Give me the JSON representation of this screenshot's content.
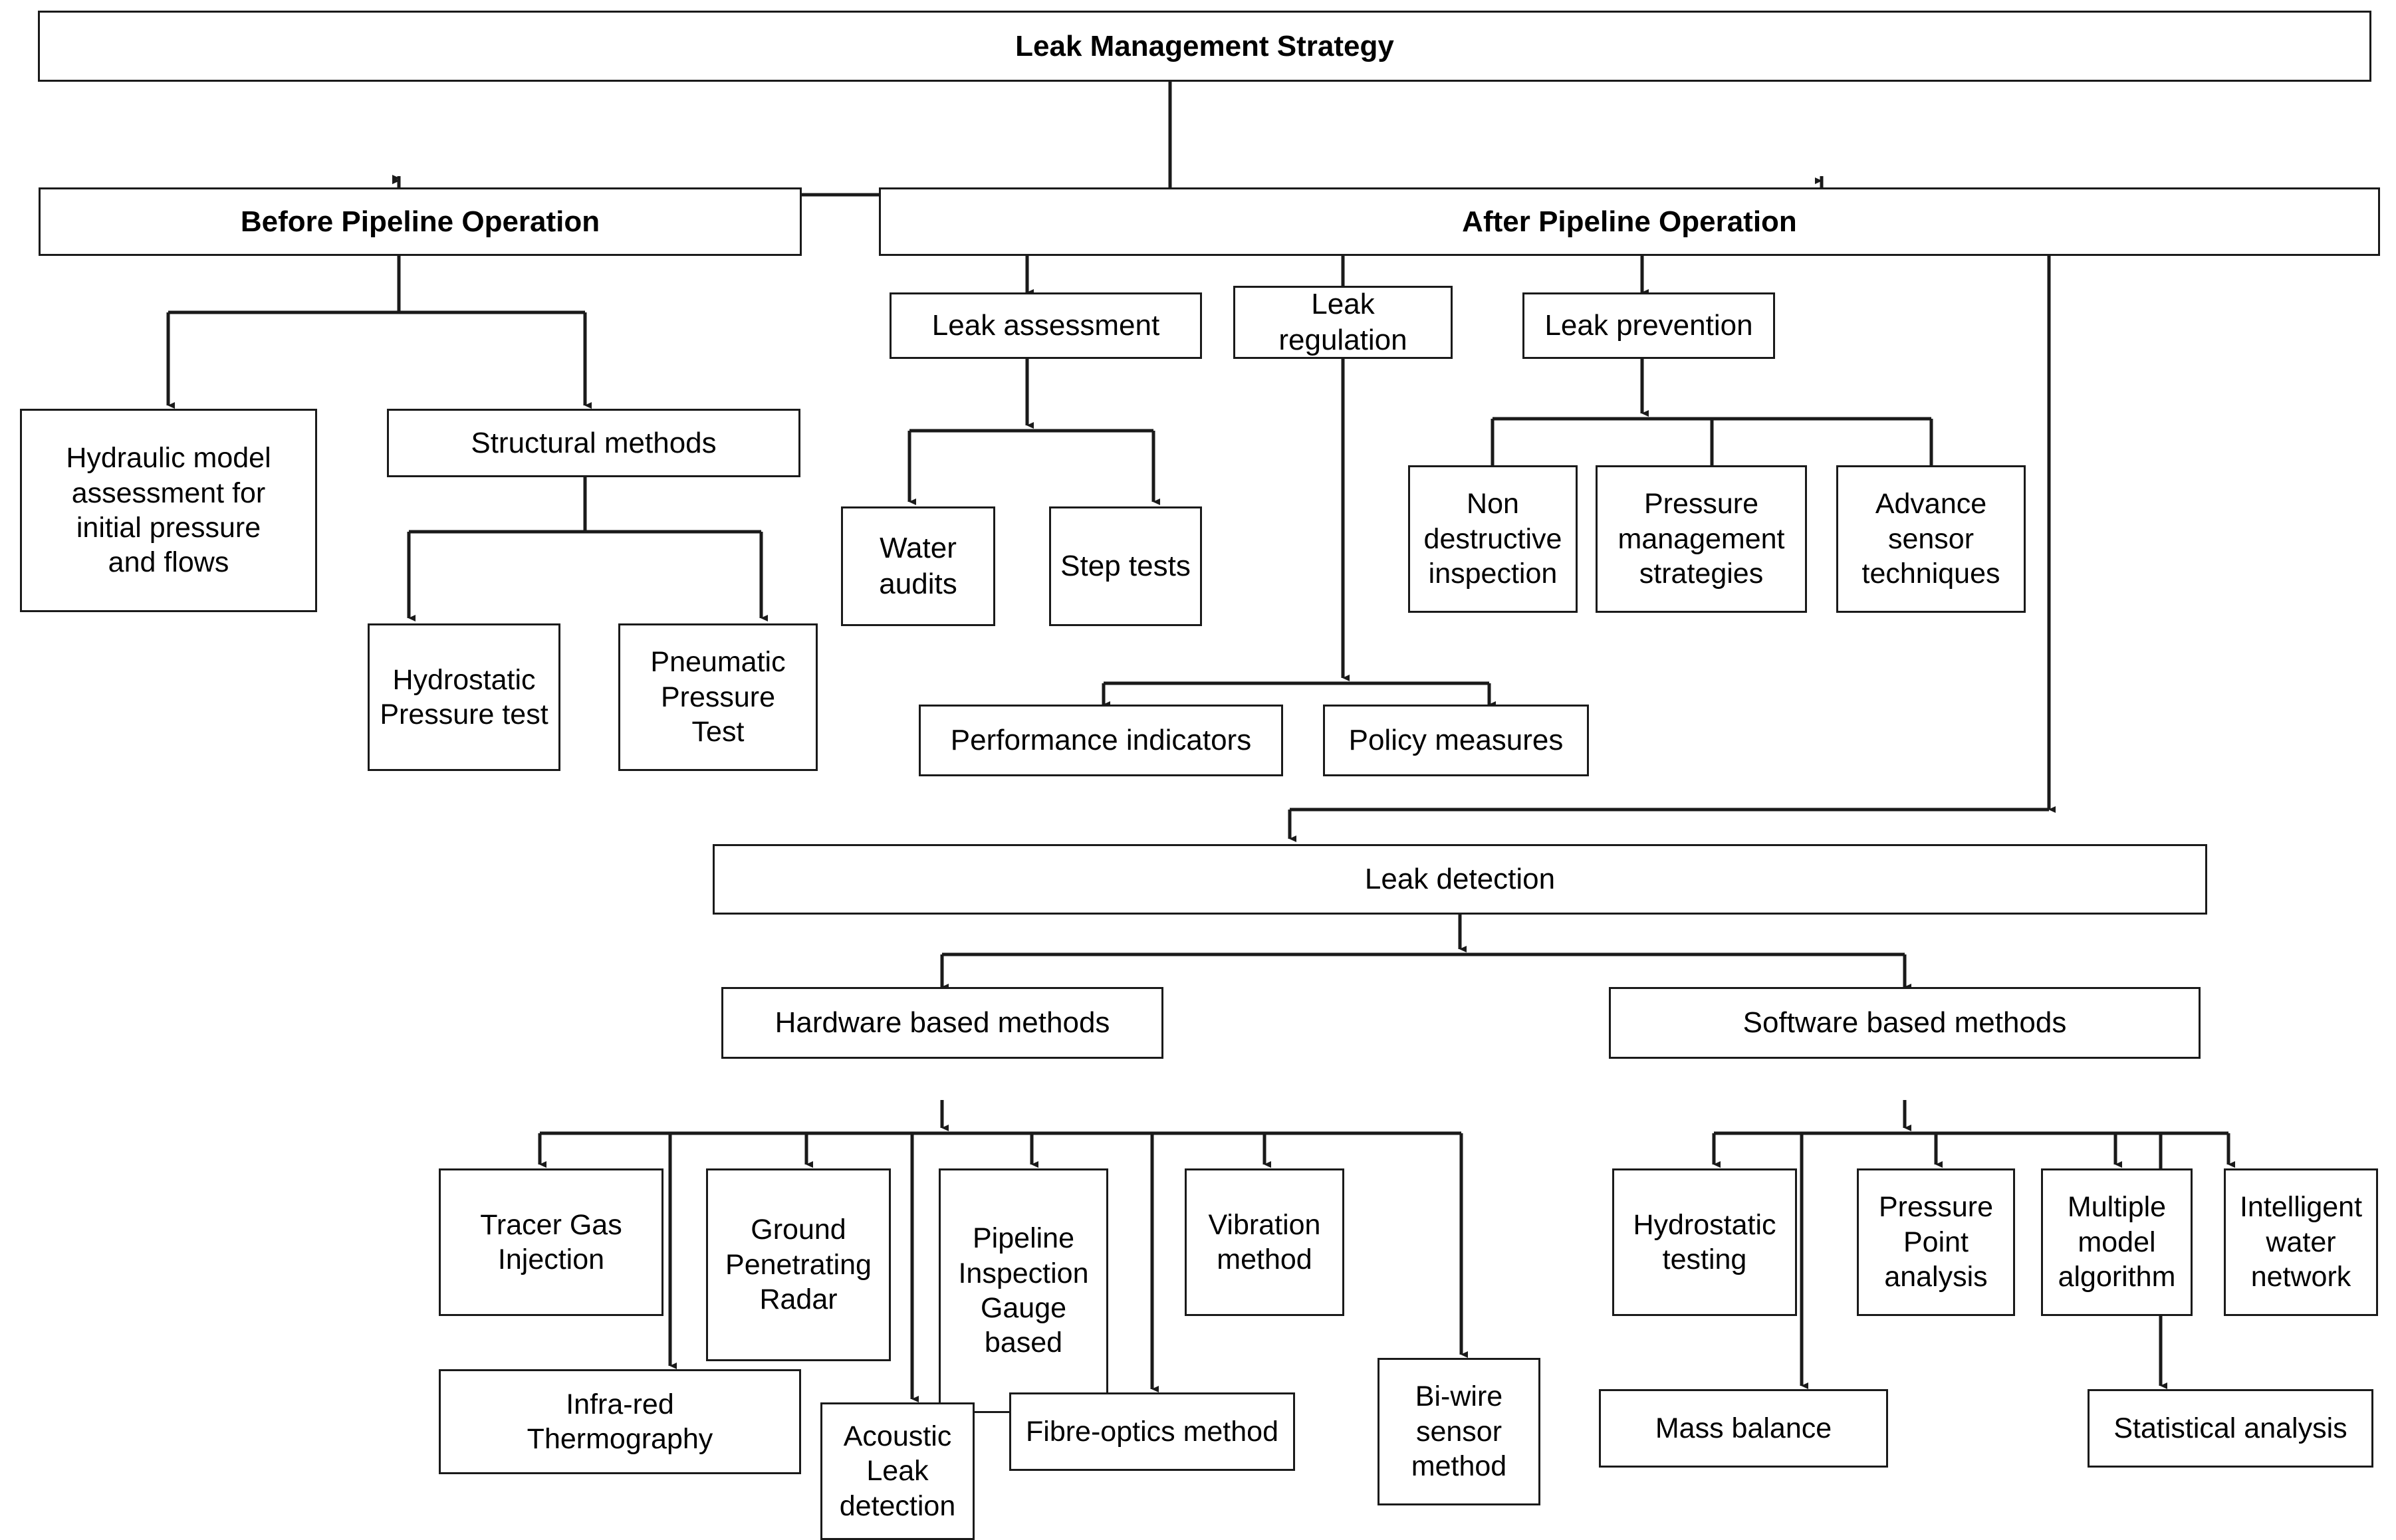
{
  "diagram": {
    "title": "Leak Management Strategy",
    "type": "flowchart",
    "orientation": "top-down",
    "colors": {
      "box_border": "#1a1a1a",
      "box_fill": "#ffffff",
      "connector": "#1a1a1a",
      "text": "#000000"
    },
    "nodes": {
      "root": "Leak Management Strategy",
      "before_pipeline": "Before Pipeline Operation",
      "after_pipeline": "After Pipeline Operation",
      "hydraulic_model": "Hydraulic model\nassessment for\ninitial pressure\nand flows",
      "structural_methods": "Structural methods",
      "hydrostatic_pressure_test": "Hydrostatic\nPressure test",
      "pneumatic_pressure_test": "Pneumatic\nPressure\nTest",
      "leak_assessment": "Leak assessment",
      "leak_regulation": "Leak\nregulation",
      "leak_prevention": "Leak prevention",
      "water_audits": "Water\naudits",
      "step_tests": "Step tests",
      "non_destructive_inspection": "Non\ndestructive\ninspection",
      "pressure_management_strategies": "Pressure\nmanagement\nstrategies",
      "advance_sensor_techniques": "Advance\nsensor\ntechniques",
      "performance_indicators": "Performance indicators",
      "policy_measures": "Policy measures",
      "leak_detection": "Leak detection",
      "hardware_based_methods": "Hardware based methods",
      "software_based_methods": "Software based methods",
      "tracer_gas_injection": "Tracer Gas\nInjection",
      "ground_penetrating_radar": "Ground\nPenetrating\nRadar",
      "pipeline_inspection_gauge": "Pipeline\nInspection\nGauge\nbased",
      "vibration_method": "Vibration\nmethod",
      "infrared_thermography": "Infra-red\nThermography",
      "acoustic_leak_detection": "Acoustic\nLeak\ndetection",
      "fibre_optics_method": "Fibre-optics method",
      "bi_wire_sensor_method": "Bi-wire\nsensor\nmethod",
      "hydrostatic_testing": "Hydrostatic\ntesting",
      "pressure_point_analysis": "Pressure\nPoint\nanalysis",
      "multiple_model_algorithm": "Multiple\nmodel\nalgorithm",
      "intelligent_water_network": "Intelligent\nwater\nnetwork",
      "mass_balance": "Mass balance",
      "statistical_analysis": "Statistical analysis"
    },
    "edges": [
      {
        "from": "root",
        "to": "before_pipeline"
      },
      {
        "from": "root",
        "to": "after_pipeline"
      },
      {
        "from": "before_pipeline",
        "to": "hydraulic_model"
      },
      {
        "from": "before_pipeline",
        "to": "structural_methods"
      },
      {
        "from": "structural_methods",
        "to": "hydrostatic_pressure_test"
      },
      {
        "from": "structural_methods",
        "to": "pneumatic_pressure_test"
      },
      {
        "from": "after_pipeline",
        "to": "leak_assessment"
      },
      {
        "from": "after_pipeline",
        "to": "leak_regulation"
      },
      {
        "from": "after_pipeline",
        "to": "leak_prevention"
      },
      {
        "from": "after_pipeline",
        "to": "leak_detection"
      },
      {
        "from": "leak_assessment",
        "to": "water_audits"
      },
      {
        "from": "leak_assessment",
        "to": "step_tests"
      },
      {
        "from": "leak_regulation",
        "to": "performance_indicators"
      },
      {
        "from": "leak_regulation",
        "to": "policy_measures"
      },
      {
        "from": "leak_prevention",
        "to": "non_destructive_inspection"
      },
      {
        "from": "leak_prevention",
        "to": "pressure_management_strategies"
      },
      {
        "from": "leak_prevention",
        "to": "advance_sensor_techniques"
      },
      {
        "from": "leak_detection",
        "to": "hardware_based_methods"
      },
      {
        "from": "leak_detection",
        "to": "software_based_methods"
      },
      {
        "from": "hardware_based_methods",
        "to": "tracer_gas_injection"
      },
      {
        "from": "hardware_based_methods",
        "to": "infrared_thermography"
      },
      {
        "from": "hardware_based_methods",
        "to": "ground_penetrating_radar"
      },
      {
        "from": "hardware_based_methods",
        "to": "acoustic_leak_detection"
      },
      {
        "from": "hardware_based_methods",
        "to": "pipeline_inspection_gauge"
      },
      {
        "from": "hardware_based_methods",
        "to": "fibre_optics_method"
      },
      {
        "from": "hardware_based_methods",
        "to": "vibration_method"
      },
      {
        "from": "hardware_based_methods",
        "to": "bi_wire_sensor_method"
      },
      {
        "from": "software_based_methods",
        "to": "hydrostatic_testing"
      },
      {
        "from": "software_based_methods",
        "to": "mass_balance"
      },
      {
        "from": "software_based_methods",
        "to": "pressure_point_analysis"
      },
      {
        "from": "software_based_methods",
        "to": "multiple_model_algorithm"
      },
      {
        "from": "software_based_methods",
        "to": "statistical_analysis"
      },
      {
        "from": "software_based_methods",
        "to": "intelligent_water_network"
      }
    ]
  }
}
